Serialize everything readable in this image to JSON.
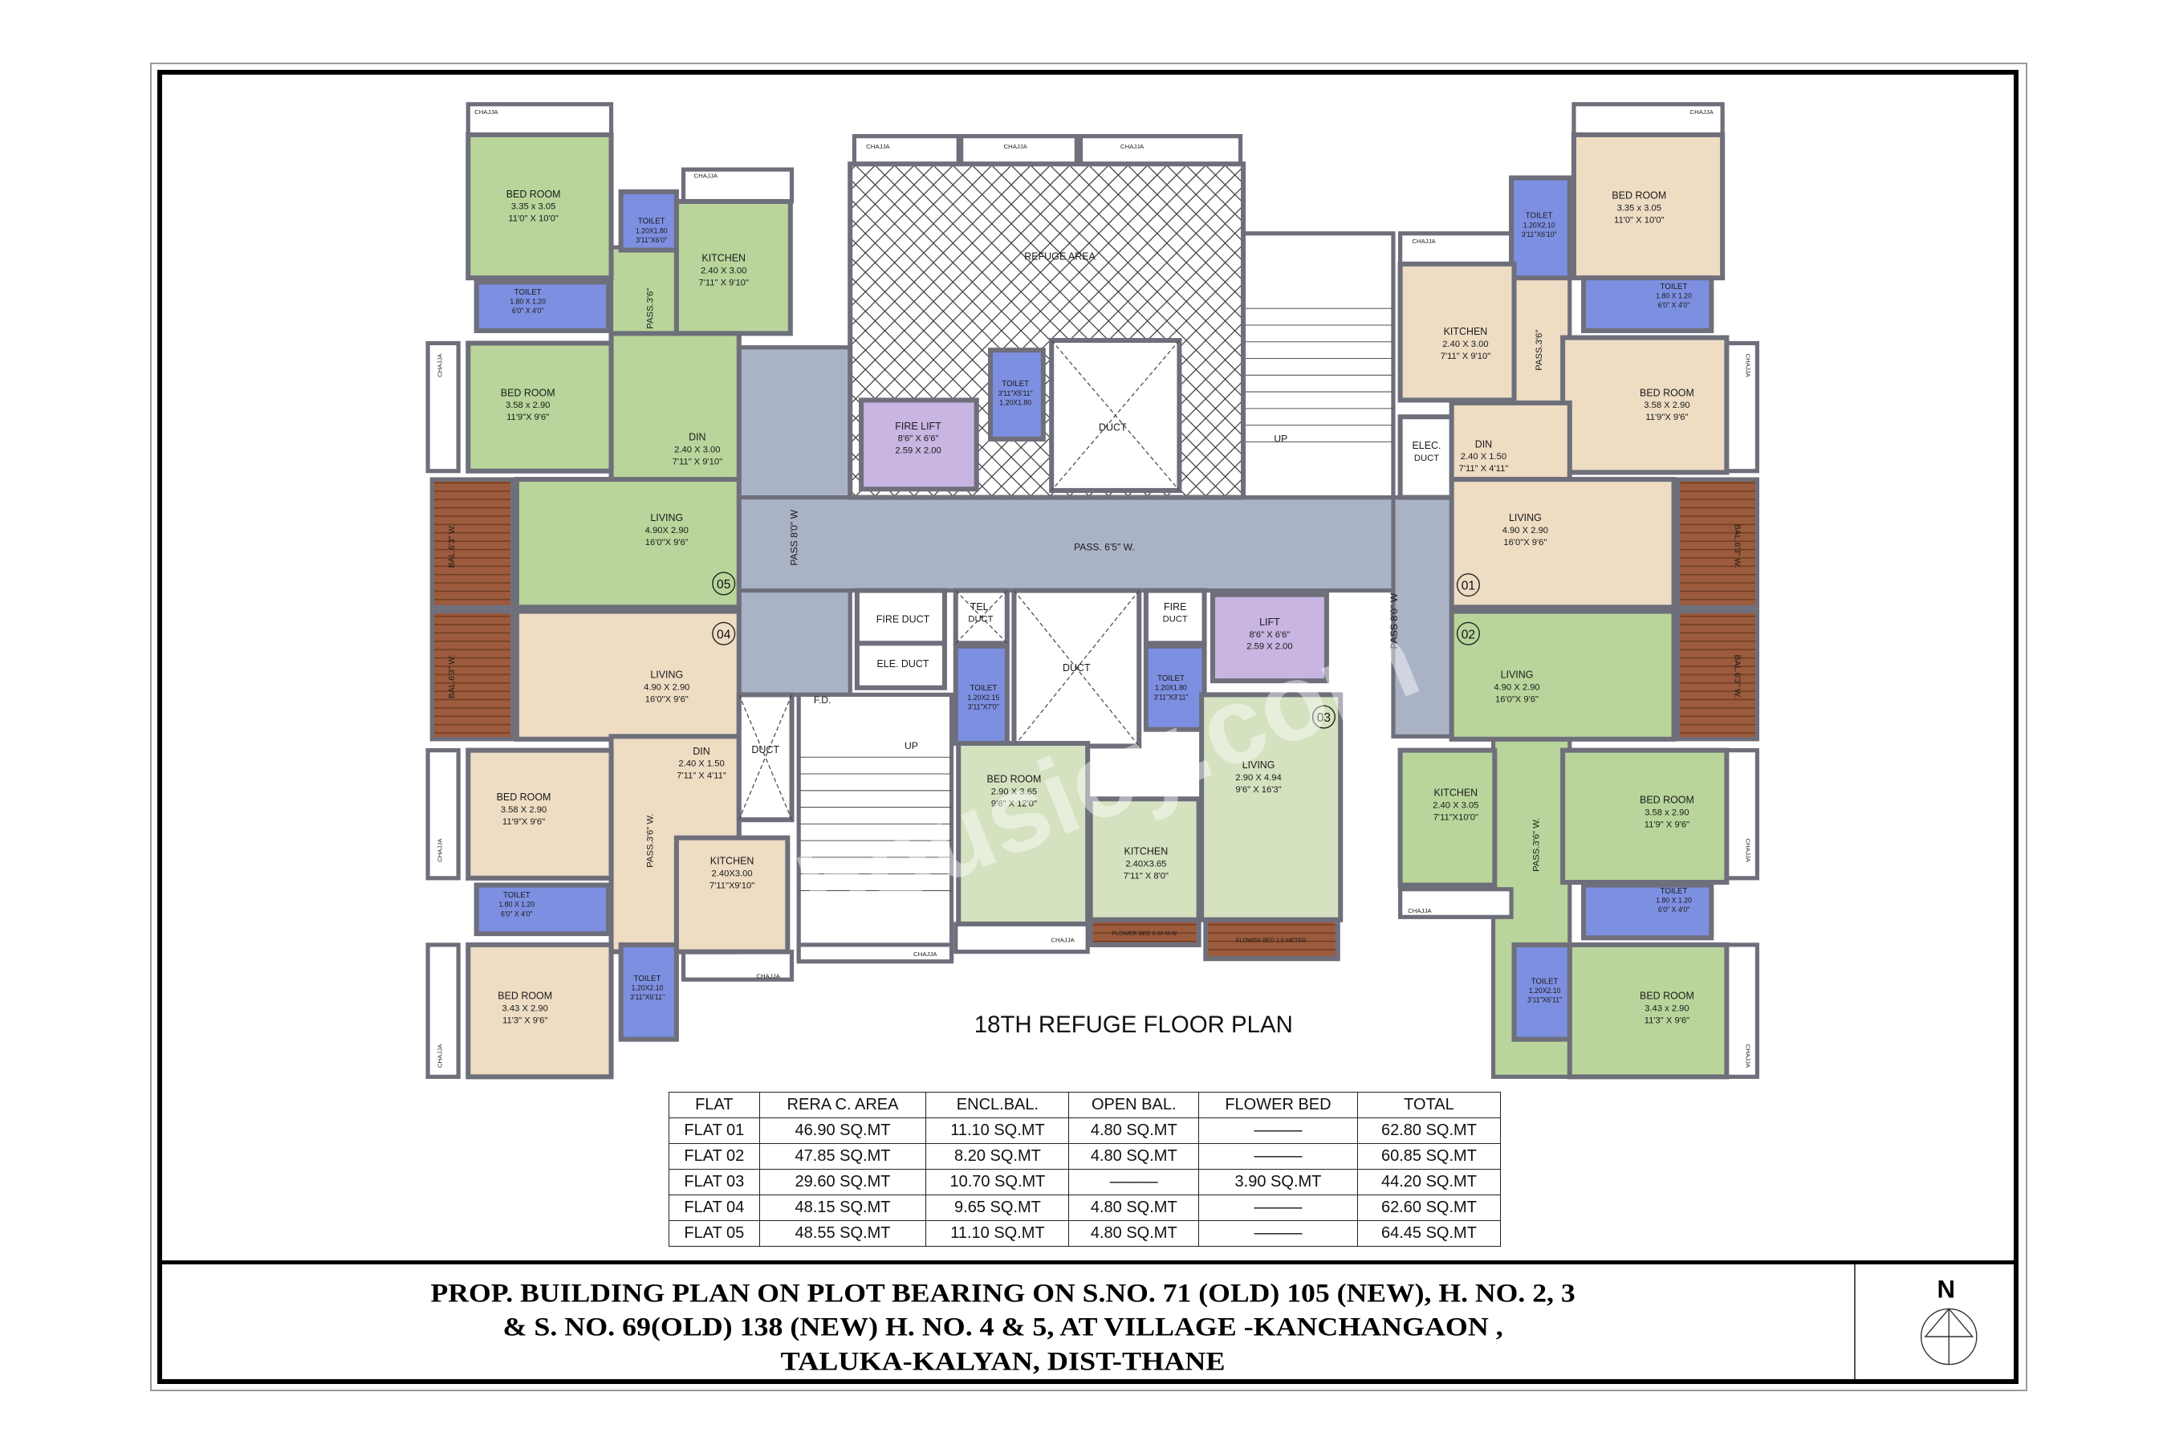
{
  "plan_title": "18TH REFUGE FLOOR PLAN",
  "watermark": "housiey.com",
  "colors": {
    "flat_green": "#b9d59b",
    "flat_beige": "#eedcc3",
    "flat_03": "#d4e2c0",
    "toilet": "#7d8fe0",
    "lift": "#c8b5e2",
    "passage": "#aab3c6",
    "wall": "#6e6f7b",
    "balcony": "#9c5b3c"
  },
  "plan": {
    "chajja_label": "CHAJJA",
    "flat_numbers": [
      "05",
      "04",
      "01",
      "02",
      "03"
    ],
    "rooms": [
      {
        "lines": [
          "BED ROOM",
          "3.35 x 3.05",
          "11'0\" X 10'0\""
        ]
      },
      {
        "lines": [
          "TOILET",
          "1.20X1.80",
          "3'11\"X6'0\""
        ]
      },
      {
        "lines": [
          "KITCHEN",
          "2.40 X 3.00",
          "7'11\" X 9'10\""
        ]
      },
      {
        "lines": [
          "TOILET",
          "1.80 X 1.20",
          "6'0\" X 4'0\""
        ]
      },
      {
        "lines": [
          "BED ROOM",
          "3.58 x 2.90",
          "11'9\"X 9'6\""
        ]
      },
      {
        "lines": [
          "DIN",
          "2.40 X 3.00",
          "7'11\" X 9'10\""
        ]
      },
      {
        "lines": [
          "LIVING",
          "4.90X 2.90",
          "16'0\"X 9'6\""
        ]
      },
      {
        "lines": [
          "LIVING",
          "4.90 X 2.90",
          "16'0\"X 9'6\""
        ]
      },
      {
        "lines": [
          "DIN",
          "2.40 X 1.50",
          "7'11\" X 4'11\""
        ]
      },
      {
        "lines": [
          "BED ROOM",
          "3.58 X 2.90",
          "11'9\"X 9'6\""
        ]
      },
      {
        "lines": [
          "TOILET",
          "1.80 X 1.20",
          "6'0\" X 4'0\""
        ]
      },
      {
        "lines": [
          "BED ROOM",
          "3.43 X 2.90",
          "11'3\" X 9'6\""
        ]
      },
      {
        "lines": [
          "TOILET",
          "1.20X2.10",
          "3'11\"X6'11\""
        ]
      },
      {
        "lines": [
          "KITCHEN",
          "2.40X3.00",
          "7'11\"X9'10\""
        ]
      },
      {
        "lines": [
          "DUCT"
        ]
      },
      {
        "lines": [
          "REFUGE AREA"
        ]
      },
      {
        "lines": [
          "FIRE LIFT",
          "8'6\" X 6'6\"",
          "2.59 X 2.00"
        ]
      },
      {
        "lines": [
          "TOILET",
          "3'11\"X5'11\"",
          "1.20X1.80"
        ]
      },
      {
        "lines": [
          "DUCT"
        ]
      },
      {
        "lines": [
          "ELEC.",
          "DUCT"
        ]
      },
      {
        "lines": [
          "FIRE DUCT"
        ]
      },
      {
        "lines": [
          "ELE. DUCT"
        ]
      },
      {
        "lines": [
          "TEL.",
          "DUCT"
        ]
      },
      {
        "lines": [
          "TOILET",
          "1.20X2.15",
          "3'11\"X7'0\""
        ]
      },
      {
        "lines": [
          "DUCT"
        ]
      },
      {
        "lines": [
          "FIRE",
          "DUCT"
        ]
      },
      {
        "lines": [
          "TOILET",
          "1.20X1.80",
          "3'11\"X3'11\""
        ]
      },
      {
        "lines": [
          "LIFT",
          "8'6\" X 6'6\"",
          "2.59 X 2.00"
        ]
      },
      {
        "lines": [
          "LIVING",
          "2.90 X 4.94",
          "9'6\" X 16'3\""
        ]
      },
      {
        "lines": [
          "BED ROOM",
          "2.90 X 3.65",
          "9'6\" X 12'0\""
        ]
      },
      {
        "lines": [
          "KITCHEN",
          "2.40X3.65",
          "7'11\" X 8'0\""
        ]
      },
      {
        "lines": [
          "FLOWER BED 0.90 M.W"
        ]
      },
      {
        "lines": [
          "FLOWER BED 1.0 METER"
        ]
      },
      {
        "lines": [
          "BED ROOM",
          "3.35 x 3.05",
          "11'0\" X 10'0\""
        ]
      },
      {
        "lines": [
          "TOILET",
          "1.20X2.10",
          "3'11\"X6'10\""
        ]
      },
      {
        "lines": [
          "TOILET",
          "1.80 X 1.20",
          "6'0\" X 4'0\""
        ]
      },
      {
        "lines": [
          "KITCHEN",
          "2.40 X 3.00",
          "7'11\" X 9'10\""
        ]
      },
      {
        "lines": [
          "BED ROOM",
          "3.58 X 2.90",
          "11'9\"X 9'6\""
        ]
      },
      {
        "lines": [
          "DIN",
          "2.40 X 1.50",
          "7'11\" X 4'11\""
        ]
      },
      {
        "lines": [
          "LIVING",
          "4.90 X 2.90",
          "16'0\"X 9'6\""
        ]
      },
      {
        "lines": [
          "LIVING",
          "4.90 X 2.90",
          "16'0\"X 9'6\""
        ]
      },
      {
        "lines": [
          "KITCHEN",
          "2.40 X 3.05",
          "7'11\"X10'0\""
        ]
      },
      {
        "lines": [
          "BED ROOM",
          "3.58 x 2.90",
          "11'9\" X 9'6\""
        ]
      },
      {
        "lines": [
          "TOILET",
          "1.80 X 1.20",
          "6'0\" X 4'0\""
        ]
      },
      {
        "lines": [
          "BED ROOM",
          "3.43 x 2.90",
          "11'3\" X 9'6\""
        ]
      },
      {
        "lines": [
          "TOILET",
          "1.20X2.10",
          "3'11\"X6'11\""
        ]
      }
    ],
    "labels": [
      "PASS.3'6\"",
      "PASS.3'6\" W.",
      "PASS.3'6\"",
      "PASS.3'6\" W.",
      "PASS 8'0\" W",
      "PASS. 6'5\" W.",
      "PASS 8'0\" W",
      "BAL.6'3\" W.",
      "BAL.6'3\" W.",
      "BAL.6'3\" W.",
      "BAL.6'3\" W.",
      "UP",
      "UP",
      "F.D."
    ]
  },
  "area_table": {
    "headers": [
      "FLAT",
      "RERA C. AREA",
      "ENCL.BAL.",
      "OPEN BAL.",
      "FLOWER BED",
      "TOTAL"
    ],
    "rows": [
      [
        "FLAT 01",
        "46.90 SQ.MT",
        "11.10 SQ.MT",
        "4.80 SQ.MT",
        "———",
        "62.80 SQ.MT"
      ],
      [
        "FLAT 02",
        "47.85 SQ.MT",
        "8.20 SQ.MT",
        "4.80 SQ.MT",
        "———",
        "60.85 SQ.MT"
      ],
      [
        "FLAT 03",
        "29.60 SQ.MT",
        "10.70 SQ.MT",
        "———",
        "3.90 SQ.MT",
        "44.20 SQ.MT"
      ],
      [
        "FLAT 04",
        "48.15 SQ.MT",
        "9.65 SQ.MT",
        "4.80 SQ.MT",
        "———",
        "62.60 SQ.MT"
      ],
      [
        "FLAT 05",
        "48.55 SQ.MT",
        "11.10 SQ.MT",
        "4.80 SQ.MT",
        "———",
        "64.45 SQ.MT"
      ]
    ]
  },
  "title_block": {
    "lines": [
      "PROP. BUILDING PLAN ON PLOT BEARING ON S.NO. 71 (OLD) 105 (NEW), H. NO. 2, 3",
      "& S. NO. 69(OLD) 138 (NEW) H. NO. 4 & 5,  AT VILLAGE -KANCHANGAON ,",
      "TALUKA-KALYAN, DIST-THANE"
    ],
    "north_label": "N"
  }
}
